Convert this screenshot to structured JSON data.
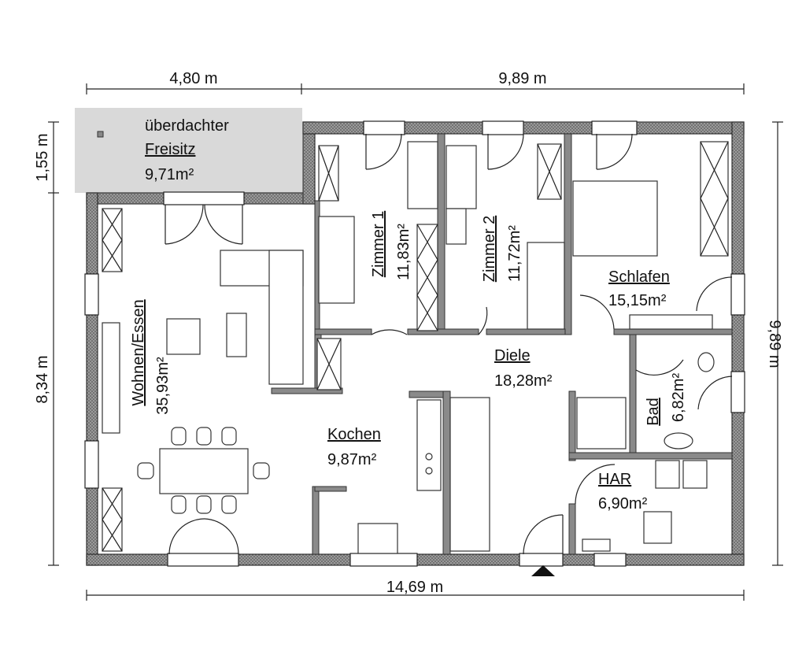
{
  "dimensions": {
    "top_left": "4,80 m",
    "top_right": "9,89 m",
    "bottom": "14,69 m",
    "left_top": "1,55 m",
    "left_main": "8,34 m",
    "right": "9,89 m"
  },
  "rooms": {
    "terrace": {
      "line1": "überdachter",
      "line2": "Freisitz",
      "area": "9,71m²"
    },
    "zimmer1": {
      "name": "Zimmer 1",
      "area": "11,83m²"
    },
    "zimmer2": {
      "name": "Zimmer 2",
      "area": "11,72m²"
    },
    "schlafen": {
      "name": "Schlafen",
      "area": "15,15m²"
    },
    "wohnen": {
      "name": "Wohnen/Essen",
      "area": "35,93m²"
    },
    "diele": {
      "name": "Diele",
      "area": "18,28m²"
    },
    "kochen": {
      "name": "Kochen",
      "area": "9,87m²"
    },
    "bad": {
      "name": "Bad",
      "area": "6,82m²"
    },
    "har": {
      "name": "HAR",
      "area": "6,90m²"
    }
  },
  "colors": {
    "wall": "#8a8a8a",
    "terrace": "#d9d9d9",
    "line": "#222222"
  }
}
